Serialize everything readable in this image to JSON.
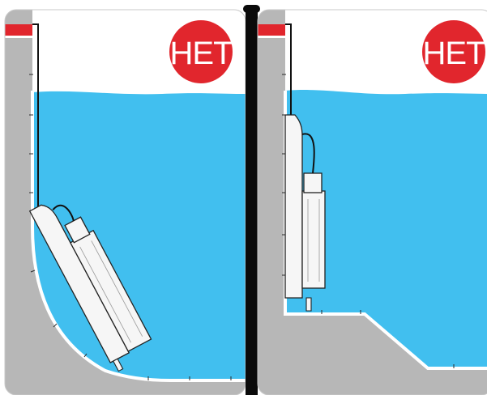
{
  "panels": [
    {
      "badge": {
        "label": "НЕТ",
        "color": "#e1262d"
      },
      "pool_shape": "rounded-floor",
      "device_state": "tilted"
    },
    {
      "badge": {
        "label": "НЕТ",
        "color": "#e1262d"
      },
      "pool_shape": "stepped-floor",
      "device_state": "vertical-lifted"
    }
  ],
  "colors": {
    "water": "#41bfef",
    "wall": "#b7b7b7",
    "coping": "#e1262d",
    "frame": "#0a0a0a",
    "device": "#f6f6f6"
  }
}
